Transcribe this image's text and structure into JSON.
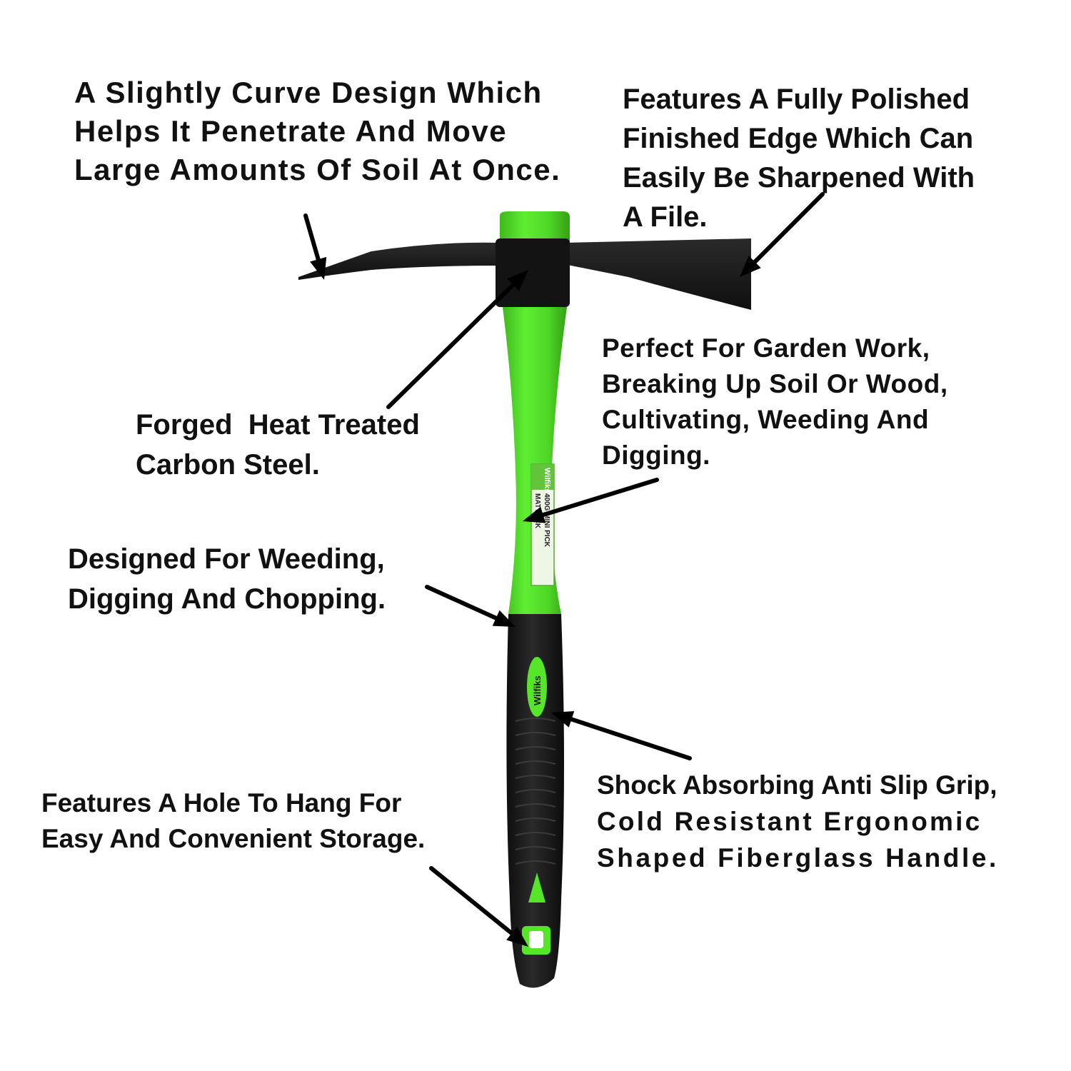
{
  "product": {
    "brand": "Wilfiks",
    "label_lines": [
      "400G MINI PICK",
      "MATTOCK"
    ]
  },
  "callouts": {
    "curve_design": {
      "lines": [
        "A Slightly Curve Design Which",
        "Helps It Penetrate And Move",
        "Large Amounts Of Soil At Once."
      ]
    },
    "polished_edge": {
      "lines": [
        "Features A Fully Polished",
        "Finished Edge Which Can",
        "Easily Be Sharpened With",
        "A File."
      ]
    },
    "carbon_steel": {
      "lines": [
        "Forged  Heat Treated",
        "Carbon Steel."
      ]
    },
    "garden_work": {
      "lines": [
        "Perfect For Garden Work,",
        "Breaking Up Soil Or Wood,",
        "Cultivating, Weeding And",
        "Digging."
      ]
    },
    "weeding": {
      "lines": [
        "Designed For Weeding,",
        "Digging And Chopping."
      ]
    },
    "hang_hole": {
      "lines": [
        "Features A Hole To Hang For",
        "Easy And Convenient Storage."
      ]
    },
    "grip": {
      "lines": [
        "Shock Absorbing Anti Slip Grip,",
        "Cold Resistant Ergonomic",
        "Shaped Fiberglass Handle."
      ]
    }
  },
  "colors": {
    "handle_green": "#57e52a",
    "handle_green_dark": "#3fb81c",
    "grip_black": "#1c1c1c",
    "steel_black": "#151515",
    "text": "#111111",
    "arrow": "#000000"
  }
}
